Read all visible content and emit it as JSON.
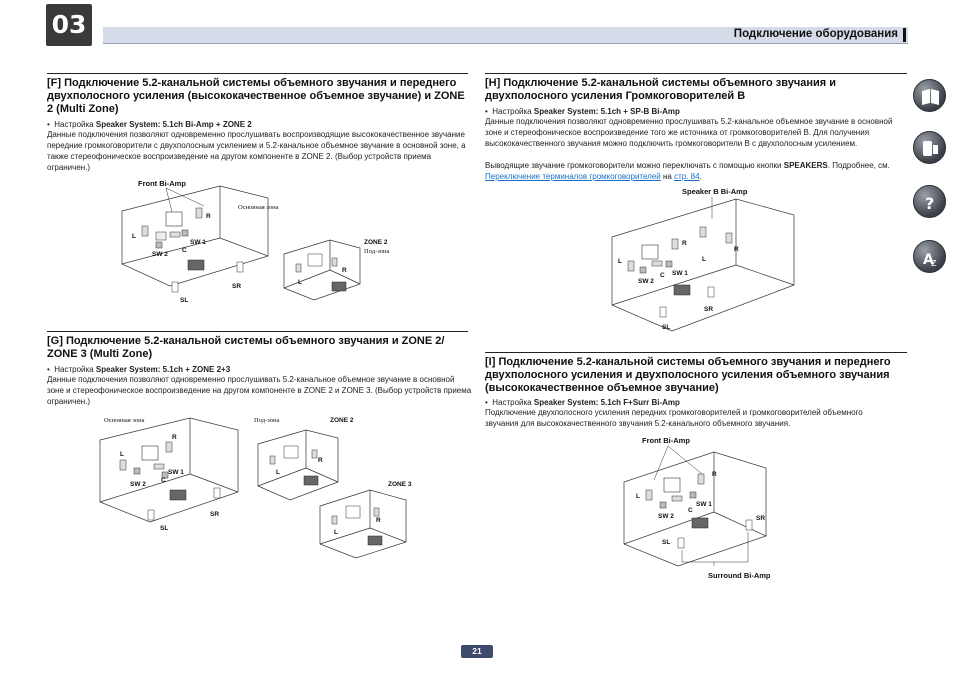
{
  "header": {
    "chapter": "03",
    "title": "Подключение оборудования"
  },
  "sections": {
    "f": {
      "title": "[F] Подключение 5.2-канальной системы объемного звучания и переднего двухполосного усиления (высококачественное объемное звучание) и ZONE 2 (Multi Zone)",
      "setting_prefix": "Настройка ",
      "setting_label": "Speaker System",
      "setting_value": ": 5.1ch Bi-Amp + ZONE 2",
      "body": "Данные подключения позволяют одновременно прослушивать воспроизводящие высококачественное звучание передние громкоговорители с двухполосным усилением и 5.2-канальное объемное звучание в основной зоне, а также стереофоническое воспроизведение на другом компоненте в ZONE 2. (Выбор устройств приема ограничен.)"
    },
    "g": {
      "title": "[G] Подключение 5.2-канальной системы объемного звучания и ZONE 2/ ZONE 3 (Multi Zone)",
      "setting_prefix": "Настройка ",
      "setting_label": "Speaker System",
      "setting_value": ": 5.1ch + ZONE 2+3",
      "body": "Данные подключения позволяют одновременно прослушивать 5.2-канальное объемное звучание в основной зоне и стереофоническое воспроизведение на другом компоненте в ZONE 2 и ZONE 3. (Выбор устройств приема ограничен.)"
    },
    "h": {
      "title": "[H] Подключение 5.2-канальной системы объемного звучания и двухполосного усиления Громкоговорителей B",
      "setting_prefix": "Настройка ",
      "setting_label": "Speaker System",
      "setting_value": ": 5.1ch + SP-B Bi-Amp",
      "body1": "Данные подключения позволяют одновременно прослушивать 5.2-канальное объемное звучание в основной зоне и стереофоническое воспроизведение того же источника от громкоговорителей B. Для получения высококачественного звучания можно подключить громкоговорители B с двухполосным усилением.",
      "body2_a": "Выводящие звучание громкоговорители можно переключать с помощью кнопки ",
      "body2_b": "SPEAKERS",
      "body2_c": ". Подробнее, см. ",
      "link1": "Переключение терминалов громкоговорителей",
      "body2_d": " на ",
      "link2": "стр. 84",
      "body2_e": "."
    },
    "i": {
      "title": "[I] Подключение 5.2-канальной системы объемного звучания и переднего двухполосного усиления и двухполосного усиления объемного звучания (высококачественное объемное звучание)",
      "setting_prefix": "Настройка ",
      "setting_label": "Speaker System",
      "setting_value": ": 5.1ch F+Surr Bi-Amp",
      "body": "Подключение двухполосного усиления передних громкоговорителей и громкоговорителей объемного звучания для высококачественного звучания 5.2-канального объемного звучания."
    }
  },
  "diagram_labels": {
    "front_biamp": "Front Bi-Amp",
    "speaker_b_biamp": "Speaker B Bi-Amp",
    "surround_biamp": "Surround Bi-Amp",
    "main_zone": "Основная зона",
    "sub_zone": "Под-зона",
    "zone2": "ZONE 2",
    "zone3": "ZONE 3",
    "L": "L",
    "R": "R",
    "C": "C",
    "SW1": "SW 1",
    "SW2": "SW 2",
    "SL": "SL",
    "SR": "SR"
  },
  "side_icons": [
    "book-icon",
    "remote-icon",
    "question-icon",
    "glossary-icon"
  ],
  "page_number": "21"
}
